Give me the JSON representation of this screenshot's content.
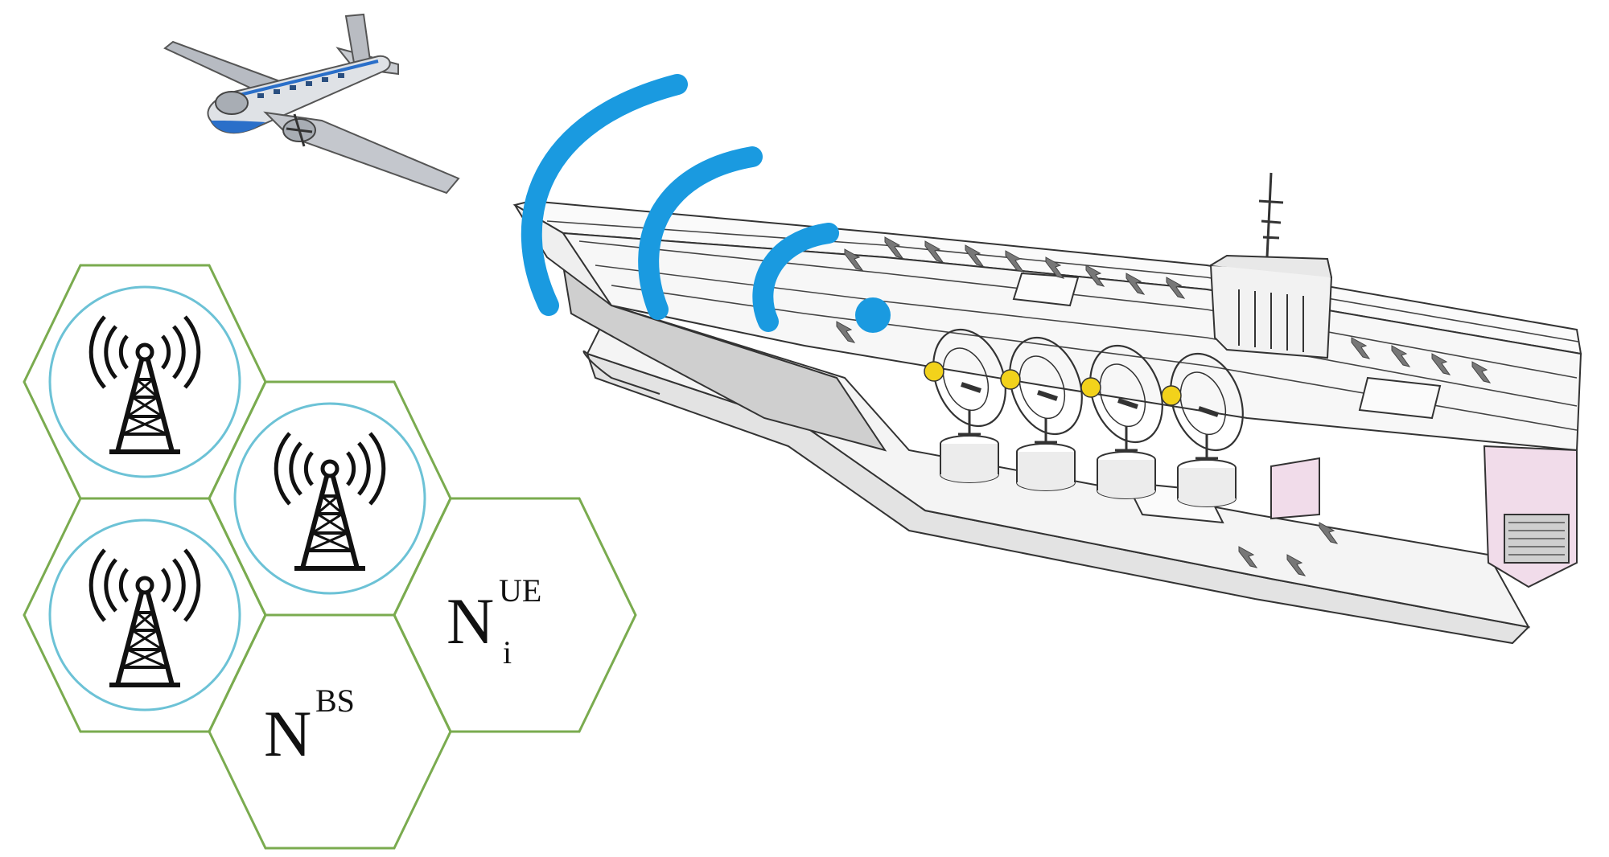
{
  "labels": {
    "base_station": {
      "main": "N",
      "sup": "BS"
    },
    "user_equipment": {
      "main": "N",
      "sup": "UE",
      "sub": "i"
    }
  },
  "icons": {
    "aircraft": "airplane-icon",
    "tower": "cell-tower-icon",
    "signal": "wifi-signal-icon",
    "carrier": "aircraft-carrier-ship",
    "dish": "satellite-dish-icon"
  },
  "colors": {
    "hex_border": "#7aab4f",
    "tower_circle": "#6cc2d6",
    "signal": "#1a9ae0",
    "dish_marker": "#f2d21b",
    "hull_accent": "#f1dcea",
    "plane_accent": "#2a6fc9"
  }
}
